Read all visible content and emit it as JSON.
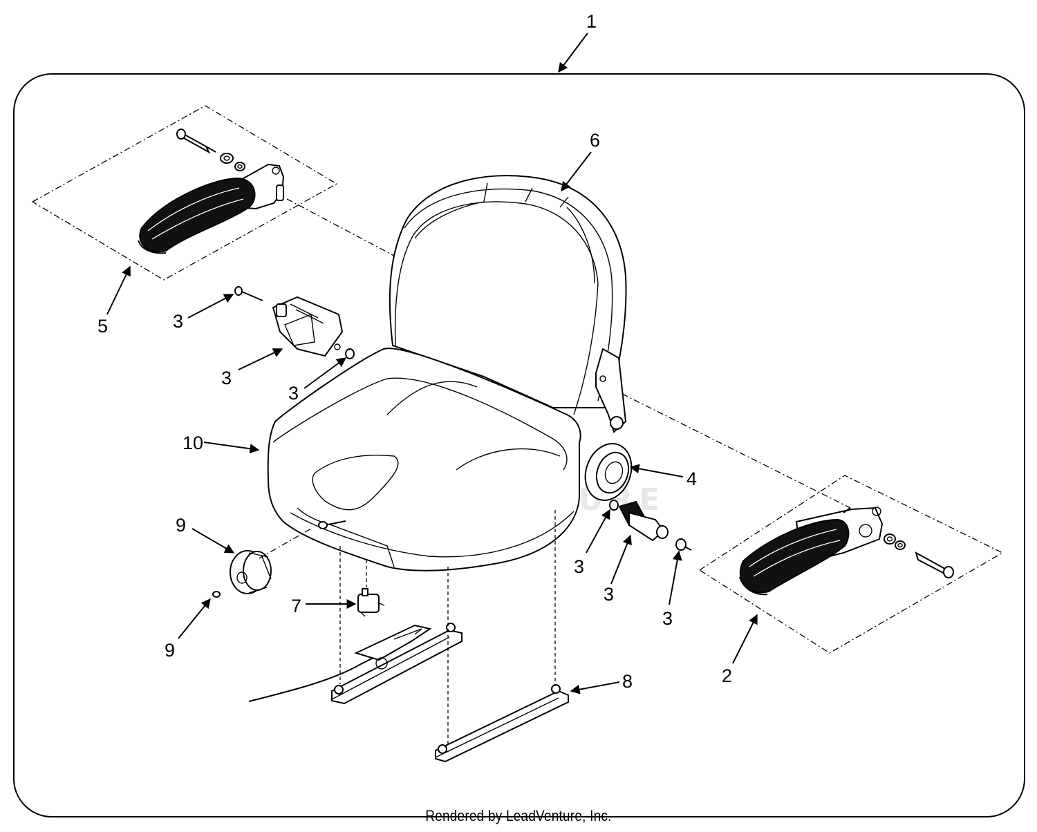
{
  "callouts": [
    {
      "id": "c1",
      "text": "1"
    },
    {
      "id": "c2",
      "text": "2"
    },
    {
      "id": "c3a",
      "text": "3"
    },
    {
      "id": "c3b",
      "text": "3"
    },
    {
      "id": "c3c",
      "text": "3"
    },
    {
      "id": "c3d",
      "text": "3"
    },
    {
      "id": "c3e",
      "text": "3"
    },
    {
      "id": "c3f",
      "text": "3"
    },
    {
      "id": "c4",
      "text": "4"
    },
    {
      "id": "c5",
      "text": "5"
    },
    {
      "id": "c6",
      "text": "6"
    },
    {
      "id": "c7",
      "text": "7"
    },
    {
      "id": "c8",
      "text": "8"
    },
    {
      "id": "c9a",
      "text": "9"
    },
    {
      "id": "c9b",
      "text": "9"
    },
    {
      "id": "c10",
      "text": "10"
    }
  ],
  "watermark": {
    "text": "LEADVENTURE"
  },
  "footer": {
    "credit": "Rendered by LeadVenture, Inc."
  }
}
